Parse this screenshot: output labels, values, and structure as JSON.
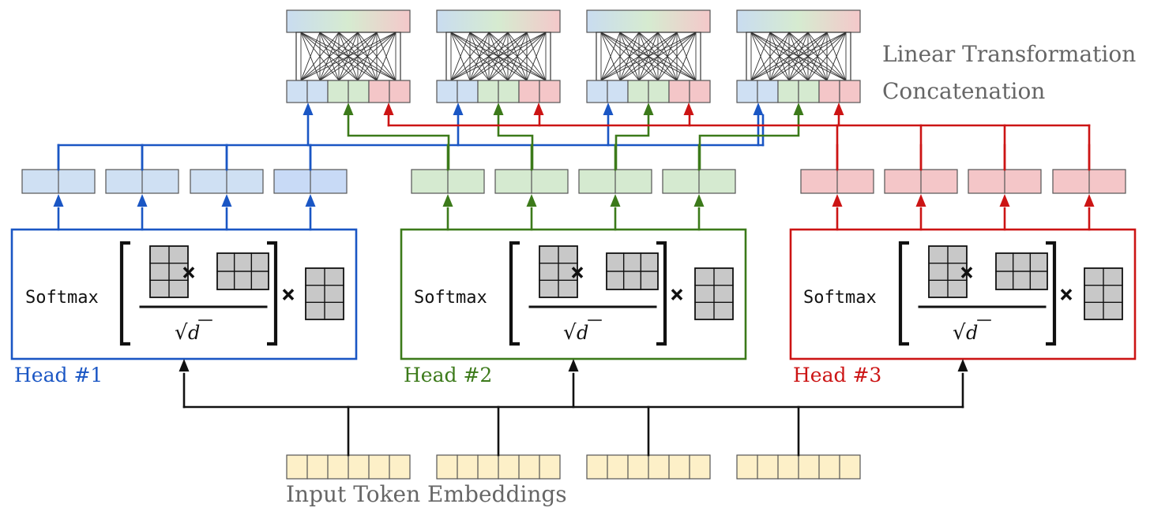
{
  "labels": {
    "linear_transformation": "Linear Transformation",
    "concatenation": "Concatenation",
    "input_token_embeddings": "Input Token Embeddings"
  },
  "heads": [
    {
      "label": "Head #1",
      "softmax": "Softmax",
      "denominator": "d",
      "color": "#1a56c4",
      "fill": "#cfe0f3",
      "fill_alt": "#c8daf6"
    },
    {
      "label": "Head #2",
      "softmax": "Softmax",
      "denominator": "d",
      "color": "#3c7a1a",
      "fill": "#d5ead0",
      "fill_alt": "#d5ead0"
    },
    {
      "label": "Head #3",
      "softmax": "Softmax",
      "denominator": "d",
      "color": "#cc1414",
      "fill": "#f4c6c8",
      "fill_alt": "#f4c6c8"
    }
  ],
  "symbols": {
    "multiply": "×",
    "sqrt": "√"
  },
  "colors": {
    "input_fill": "#fdf0c8",
    "matrix_fill": "#c8c8c8",
    "line": "#111111",
    "gray_text": "#666666"
  }
}
